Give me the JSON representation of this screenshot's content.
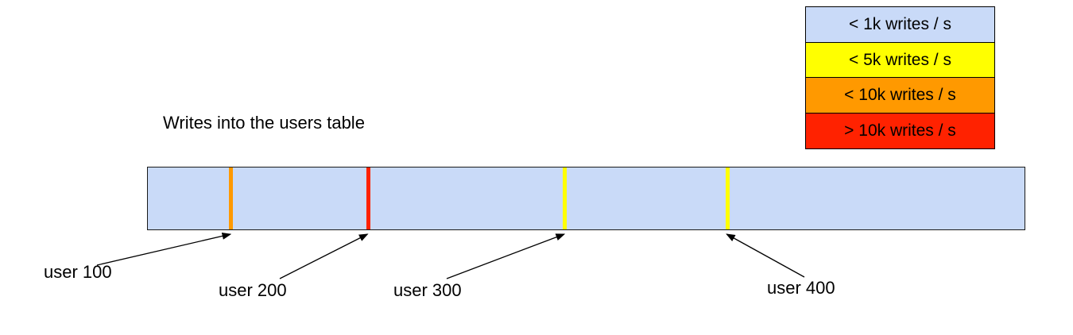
{
  "title": "Writes into the users table",
  "legend": {
    "items": [
      {
        "label": "< 1k writes / s",
        "color": "#c9daf8"
      },
      {
        "label": "< 5k writes / s",
        "color": "#ffff00"
      },
      {
        "label": "< 10k writes / s",
        "color": "#ff9900"
      },
      {
        "label": "> 10k writes / s",
        "color": "#ff2200"
      }
    ]
  },
  "bar": {
    "fill": "#c9daf8",
    "border": "#1a1a1a",
    "markers": [
      {
        "user": "user 100",
        "color": "#ff9900",
        "position_pct": 9.5
      },
      {
        "user": "user 200",
        "color": "#ff2200",
        "position_pct": 25.1
      },
      {
        "user": "user 300",
        "color": "#ffff00",
        "position_pct": 47.5
      },
      {
        "user": "user 400",
        "color": "#ffff00",
        "position_pct": 66.0
      }
    ]
  }
}
